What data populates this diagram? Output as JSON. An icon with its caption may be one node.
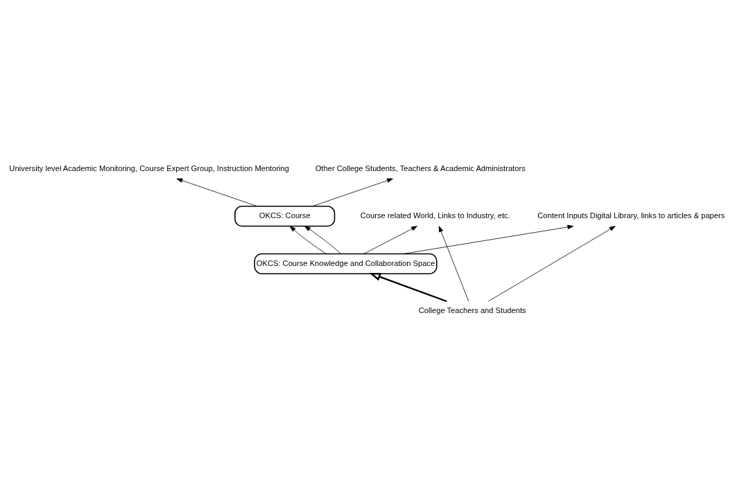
{
  "diagram": {
    "nodes": [
      {
        "text": [
          "University level Academic Monitoring, Course Expert Group, Instruction Mentoring"
        ]
      },
      {
        "text": [
          "Other College Students, Teachers & Academic Administrators"
        ]
      },
      {
        "text": [
          "OKCS: Course"
        ]
      },
      {
        "text": [
          "OKCS: Course Knowledge and Collaboration Space"
        ]
      },
      {
        "text": [
          "Course related World, Links to Industry, etc."
        ]
      },
      {
        "text": [
          "Content Inputs Digital Library, links to articles & papers"
        ]
      },
      {
        "text": [
          "College Teachers and Students"
        ]
      }
    ],
    "edges": [
      {
        "from": 2,
        "to": 0,
        "arrow": "to"
      },
      {
        "from": 2,
        "to": 1,
        "arrow": "to"
      },
      {
        "from": 3,
        "to": 2,
        "arrow": "to"
      },
      {
        "from": 3,
        "to": 2,
        "arrow": "to"
      },
      {
        "from": 3,
        "to": 4,
        "arrow": "to"
      },
      {
        "from": 3,
        "to": 5,
        "arrow": "to"
      },
      {
        "from": 6,
        "to": 3,
        "arrow": "to",
        "style": "thick"
      },
      {
        "from": 6,
        "to": 4,
        "arrow": "to"
      },
      {
        "from": 6,
        "to": 5,
        "arrow": "to"
      }
    ]
  }
}
